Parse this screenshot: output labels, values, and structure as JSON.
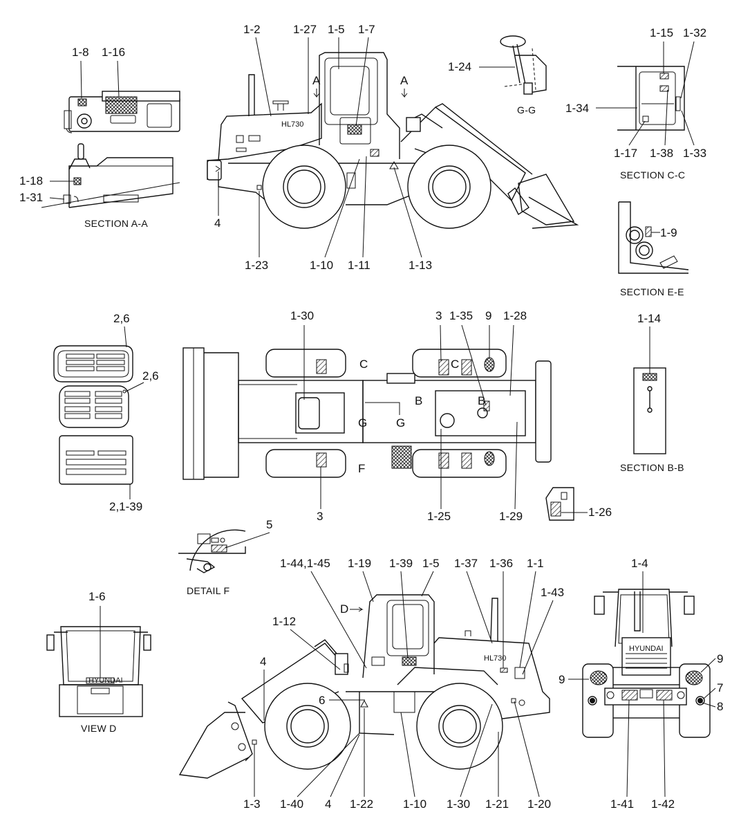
{
  "captions": {
    "section_aa": "SECTION A-A",
    "section_cc": "SECTION C-C",
    "section_ee": "SECTION E-E",
    "section_bb": "SECTION B-B",
    "section_gg": "G-G",
    "view_d": "VIEW D",
    "detail_f": "DETAIL F"
  },
  "side_view_top": {
    "labels": [
      "1-2",
      "1-27",
      "1-5",
      "1-7",
      "4",
      "1-23",
      "1-10",
      "1-11",
      "1-13"
    ],
    "section_marks": [
      "A",
      "A"
    ]
  },
  "section_aa_labels": [
    "1-8",
    "1-16",
    "1-18",
    "1-31"
  ],
  "section_gg_labels": [
    "1-24"
  ],
  "section_cc_labels": [
    "1-15",
    "1-32",
    "1-34",
    "1-17",
    "1-38",
    "1-33"
  ],
  "section_ee_labels": [
    "1-9"
  ],
  "top_view": {
    "labels": [
      "1-30",
      "3",
      "1-35",
      "9",
      "1-28",
      "3",
      "1-25",
      "1-29"
    ],
    "section_marks": [
      "C",
      "C",
      "B",
      "B",
      "G",
      "G",
      "F"
    ]
  },
  "plates": {
    "labels": [
      "2,6",
      "2,6",
      "2,1-39"
    ]
  },
  "section_bb_labels": [
    "1-14"
  ],
  "part_126_labels": [
    "1-26"
  ],
  "detail_f_labels": [
    "5"
  ],
  "view_d_labels": [
    "1-6"
  ],
  "side_view_bottom": {
    "labels": [
      "1-44,1-45",
      "1-19",
      "1-39",
      "1-5",
      "1-37",
      "1-36",
      "1-1",
      "1-43",
      "1-12",
      "4",
      "6",
      "1-3",
      "1-40",
      "4",
      "1-22",
      "1-10",
      "1-30",
      "1-21",
      "1-20"
    ],
    "section_marks": [
      "D"
    ]
  },
  "rear_view": {
    "labels": [
      "1-4",
      "9",
      "9",
      "7",
      "8",
      "1-41",
      "1-42"
    ]
  },
  "brand_plate": "HYUNDAI",
  "model_plate": "HL730"
}
